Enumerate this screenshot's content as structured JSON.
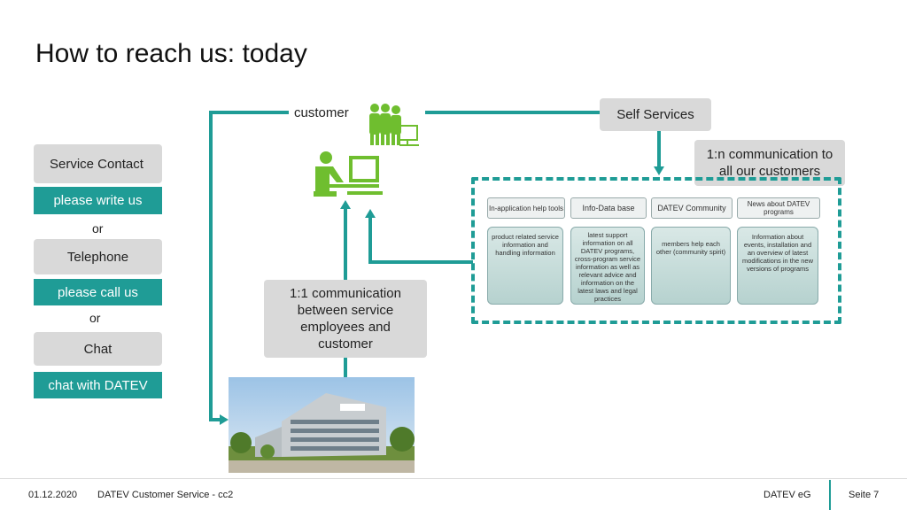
{
  "title": "How to reach us: today",
  "customer_label": "customer",
  "self_services_label": "Self Services",
  "one_to_n": "1:n communication to all our customers",
  "one_to_one": "1:1 communication between service employees and customer",
  "left_column": {
    "service_contact": "Service Contact",
    "write_us": "please write us",
    "or_1": "or",
    "telephone": "Telephone",
    "call_us": "please call us",
    "or_2": "or",
    "chat": "Chat",
    "chat_datev": "chat with DATEV"
  },
  "self_services": {
    "headers": [
      "In-application help tools",
      "Info-Data base",
      "DATEV Community",
      "News about DATEV programs"
    ],
    "cards": [
      "product related service information and handling information",
      "latest support information on all DATEV programs, cross-program service information as well as relevant advice and information on the latest laws and legal practices",
      "members help each other (community spirit)",
      "Information about events, installation and an overview of latest modifications in the new versions of programs"
    ]
  },
  "footer": {
    "date": "01.12.2020",
    "doc": "DATEV Customer Service - cc2",
    "company": "DATEV eG",
    "page": "Seite 7"
  },
  "colors": {
    "accent": "#1f9c96",
    "box_gray": "#d9d9d9",
    "icon_green": "#6fbe2f"
  },
  "icons": [
    "group-of-people-icon",
    "person-at-computer-icon",
    "office-building-photo"
  ]
}
